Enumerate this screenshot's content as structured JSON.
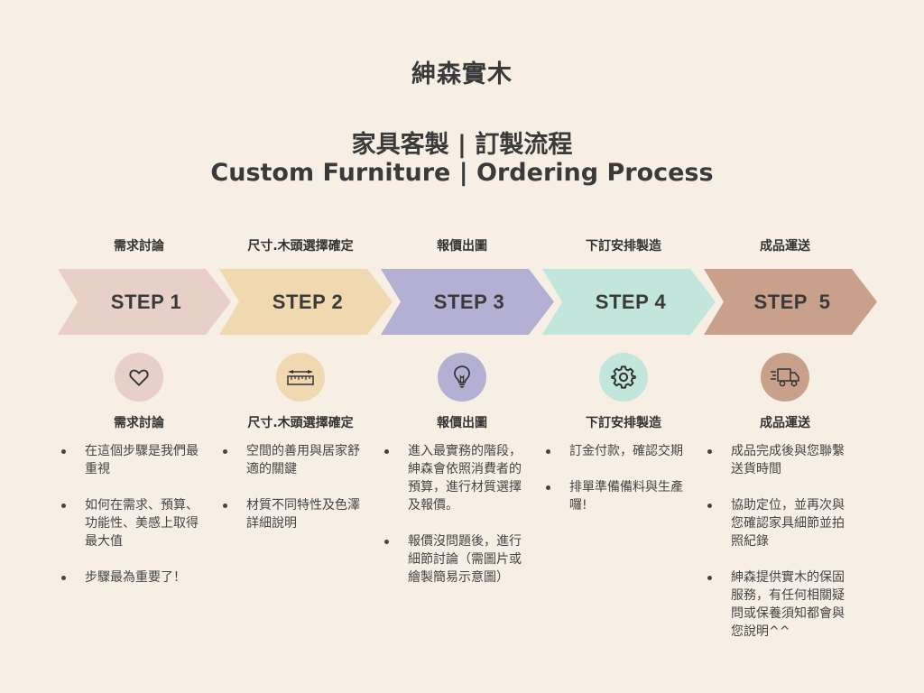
{
  "brand": "紳森實木",
  "title_zh": "家具客製 | 訂製流程",
  "title_en": "Custom Furniture | Ordering Process",
  "steps": [
    {
      "top_label": "需求討論",
      "step_label": "STEP 1",
      "color": "#e8cfc7",
      "icon": "heart-icon",
      "heading": "需求討論",
      "bullets": [
        "在這個步驟是我們最重視",
        "如何在需求、預算、功能性、美感上取得最大值",
        "步驟最為重要了！"
      ]
    },
    {
      "top_label": "尺寸.木頭選擇確定",
      "step_label": "STEP 2",
      "color": "#f0d9b0",
      "icon": "ruler-icon",
      "heading": "尺寸.木頭選擇確定",
      "bullets": [
        "空間的善用與居家舒適的關鍵",
        "材質不同特性及色澤詳細說明"
      ]
    },
    {
      "top_label": "報價出圖",
      "step_label": "STEP 3",
      "color": "#b4b0d3",
      "icon": "lightbulb-icon",
      "heading": "報價出圖",
      "bullets": [
        "進入最實務的階段，紳森會依照消費者的預算，進行材質選擇及報價。",
        "報價沒問題後，進行細節討論（需圖片或繪製簡易示意圖）"
      ]
    },
    {
      "top_label": "下訂安排製造",
      "step_label": "STEP 4",
      "color": "#c3e6dc",
      "icon": "gear-icon",
      "heading": "下訂安排製造",
      "bullets": [
        "訂金付款，確認交期",
        "排單準備備料與生產囉!"
      ]
    },
    {
      "top_label": "成品運送",
      "step_label": "STEP  5",
      "color": "#c9a08a",
      "icon": "delivery-truck-icon",
      "heading": "成品運送",
      "bullets": [
        "成品完成後與您聯繫送貨時間",
        "協助定位，並再次與您確認家具細節並拍照紀錄",
        "紳森提供實木的保固服務，有任何相關疑問或保養須知都會與您說明^^"
      ]
    }
  ]
}
